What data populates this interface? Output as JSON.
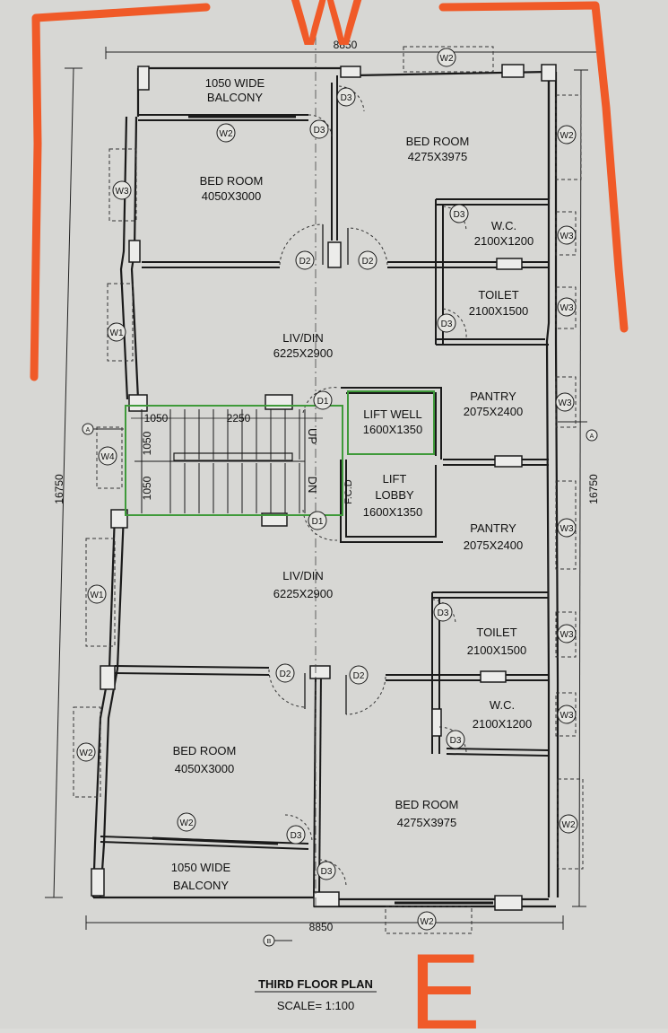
{
  "annotations": {
    "top_letter": "W",
    "bottom_letter": "E",
    "annotation_color": "#f05a28"
  },
  "dimensions": {
    "top_width": "8850",
    "bottom_width": "8850",
    "left_height": "16750",
    "right_height": "16750"
  },
  "section_markers": [
    "A",
    "A",
    "B"
  ],
  "rooms": {
    "balcony_top": {
      "name_1": "1050 WIDE",
      "name_2": "BALCONY"
    },
    "bedroom_top_left": {
      "name": "BED ROOM",
      "size": "4050X3000"
    },
    "bedroom_top_right": {
      "name": "BED ROOM",
      "size": "4275X3975"
    },
    "wc_top": {
      "name": "W.C.",
      "size": "2100X1200"
    },
    "toilet_top": {
      "name": "TOILET",
      "size": "2100X1500"
    },
    "livdin_top": {
      "name": "LIV/DIN",
      "size": "6225X2900"
    },
    "pantry_top": {
      "name": "PANTRY",
      "size": "2075X2400"
    },
    "lift_well": {
      "name": "LIFT WELL",
      "size": "1600X1350"
    },
    "lift_lobby": {
      "name_1": "LIFT",
      "name_2": "LOBBY",
      "size": "1600X1350"
    },
    "pantry_bottom": {
      "name": "PANTRY",
      "size": "2075X2400"
    },
    "livdin_bottom": {
      "name": "LIV/DIN",
      "size": "6225X2900"
    },
    "toilet_bottom": {
      "name": "TOILET",
      "size": "2100X1500"
    },
    "wc_bottom": {
      "name": "W.C.",
      "size": "2100X1200"
    },
    "bedroom_bottom_left": {
      "name": "BED ROOM",
      "size": "4050X3000"
    },
    "bedroom_bottom_right": {
      "name": "BED ROOM",
      "size": "4275X3975"
    },
    "balcony_bottom": {
      "name_1": "1050 WIDE",
      "name_2": "BALCONY"
    }
  },
  "stair": {
    "width_1": "1050",
    "width_2": "2250",
    "flight_1": "1050",
    "flight_2": "1050",
    "up": "UP",
    "dn": "DN",
    "fcd": "F.C.D"
  },
  "tags": {
    "w2": "W2",
    "w3": "W3",
    "w4": "W4",
    "w1": "W1",
    "d1": "D1",
    "d2": "D2",
    "d3": "D3"
  },
  "title": {
    "line1": "THIRD FLOOR PLAN",
    "line2": "SCALE= 1:100"
  },
  "colors": {
    "paper": "#dcdcd9",
    "ink": "#1a1a1a",
    "highlight": "#3f9a3a"
  }
}
